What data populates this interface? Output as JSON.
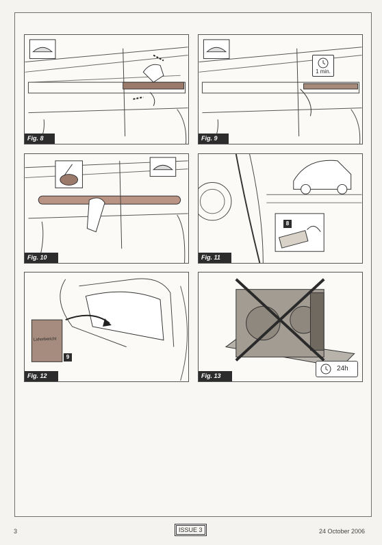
{
  "figures": [
    {
      "label": "Fig. 8"
    },
    {
      "label": "Fig. 9",
      "timer": "1 min."
    },
    {
      "label": "Fig. 10"
    },
    {
      "label": "Fig. 11",
      "step": "8"
    },
    {
      "label": "Fig. 12",
      "step": "9",
      "book_title": "Lahorbericht"
    },
    {
      "label": "Fig. 13",
      "time": "24h"
    }
  ],
  "footer": {
    "page_number": "3",
    "issue": "ISSUE 3",
    "date": "24 October 2006"
  }
}
